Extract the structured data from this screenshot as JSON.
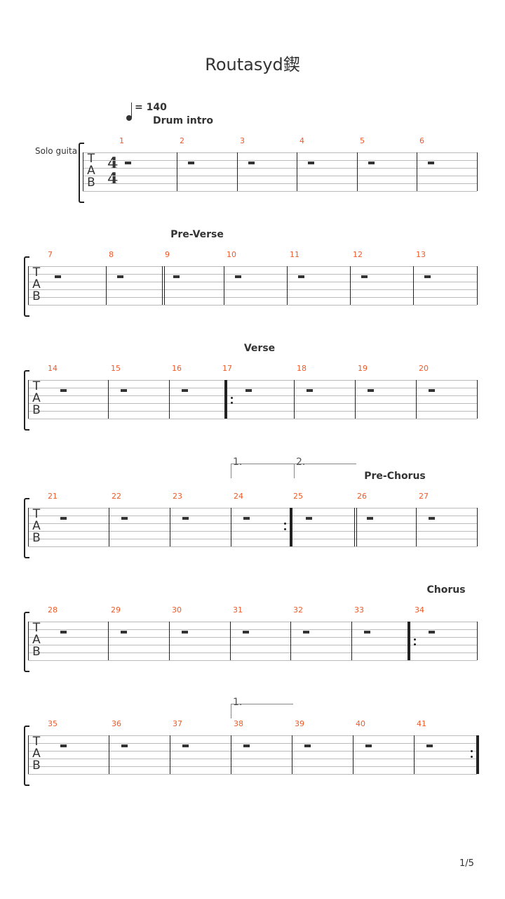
{
  "title": "Routasyd鍥",
  "tempo": {
    "label": "= 140"
  },
  "instrument": "Solo guita",
  "time_signature": {
    "top": "4",
    "bottom": "4"
  },
  "tab_letters": [
    "T",
    "A",
    "B"
  ],
  "sections": [
    {
      "label": "Drum intro",
      "measure": 1
    },
    {
      "label": "Pre-Verse",
      "measure": 9
    },
    {
      "label": "Verse",
      "measure": 17
    },
    {
      "label": "Pre-Chorus",
      "measure": 26
    },
    {
      "label": "Chorus",
      "measure": 34
    }
  ],
  "voltas": [
    {
      "label": "1.",
      "measure": 24
    },
    {
      "label": "2.",
      "measure": 25
    },
    {
      "label": "1.",
      "measure": 38
    }
  ],
  "systems": [
    {
      "measures": [
        "1",
        "2",
        "3",
        "4",
        "5",
        "6"
      ]
    },
    {
      "measures": [
        "7",
        "8",
        "9",
        "10",
        "11",
        "12",
        "13"
      ]
    },
    {
      "measures": [
        "14",
        "15",
        "16",
        "17",
        "18",
        "19",
        "20"
      ]
    },
    {
      "measures": [
        "21",
        "22",
        "23",
        "24",
        "25",
        "26",
        "27"
      ]
    },
    {
      "measures": [
        "28",
        "29",
        "30",
        "31",
        "32",
        "33",
        "34"
      ]
    },
    {
      "measures": [
        "35",
        "36",
        "37",
        "38",
        "39",
        "40",
        "41"
      ]
    }
  ],
  "page_number": "1/5"
}
